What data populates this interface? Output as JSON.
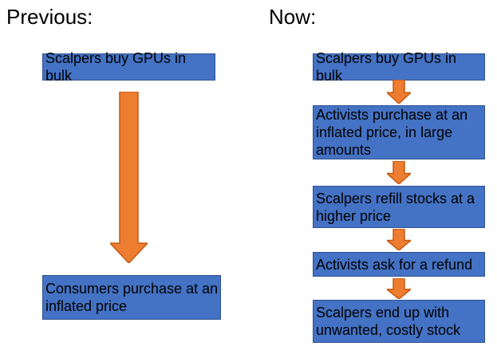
{
  "colors": {
    "box_fill": "#4472C4",
    "box_border": "#2F528F",
    "arrow_fill": "#ED7D31",
    "arrow_border": "#C55A11",
    "text": "#000000",
    "background": "#FFFFFF"
  },
  "previous": {
    "heading": "Previous:",
    "nodes": [
      {
        "label": "Scalpers buy GPUs in bulk"
      },
      {
        "label": "Consumers purchase at an inflated price"
      }
    ]
  },
  "now": {
    "heading": "Now:",
    "nodes": [
      {
        "label": "Scalpers buy GPUs in bulk"
      },
      {
        "label": "Activists purchase at an inflated price, in large amounts"
      },
      {
        "label": "Scalpers refill stocks at a higher price"
      },
      {
        "label": "Activists ask for a refund"
      },
      {
        "label": "Scalpers end up with unwanted, costly stock"
      }
    ]
  }
}
